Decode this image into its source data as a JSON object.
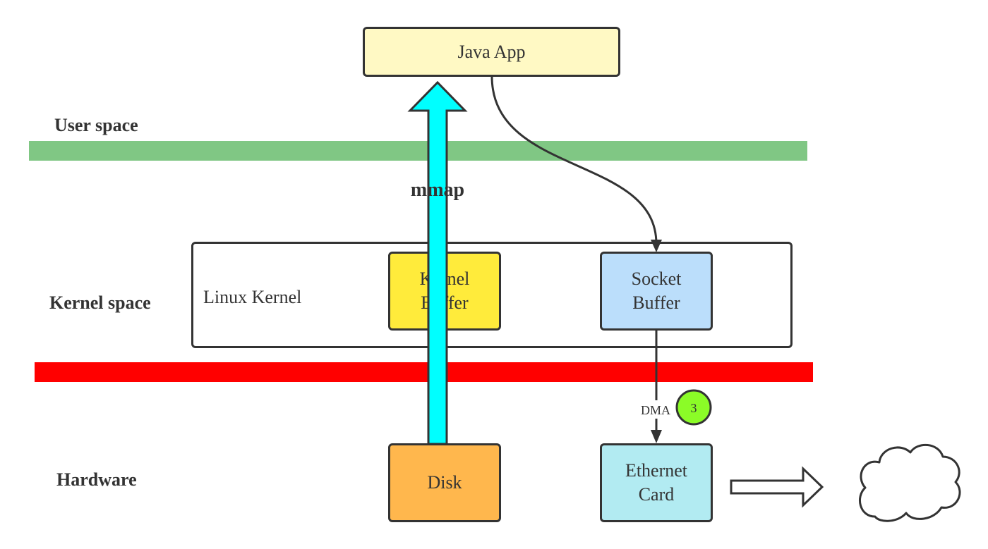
{
  "layers": {
    "user_space": "User space",
    "kernel_space": "Kernel space",
    "hardware": "Hardware"
  },
  "boxes": {
    "java_app": "Java App",
    "linux_kernel": "Linux Kernel",
    "kernel_buffer": "Kernel\nBuffer",
    "socket_buffer": "Socket\nBuffer",
    "disk": "Disk",
    "ethernet_card": "Ethernet\nCard"
  },
  "labels": {
    "mmap": "mmap",
    "dma": "DMA",
    "step_number": "3"
  },
  "colors": {
    "user_band": "#80c784",
    "kernel_band": "#ff0000",
    "java_app_fill": "#fff9c4",
    "kernel_buffer_fill": "#ffeb3b",
    "socket_buffer_fill": "#bbdefb",
    "disk_fill": "#ffb74d",
    "ethernet_fill": "#b2ebf2",
    "mmap_arrow": "#00ffff",
    "step_badge": "#8bfc27"
  },
  "icons": {
    "cloud": "cloud-icon",
    "outgoing_arrow": "hollow-right-arrow-icon"
  }
}
